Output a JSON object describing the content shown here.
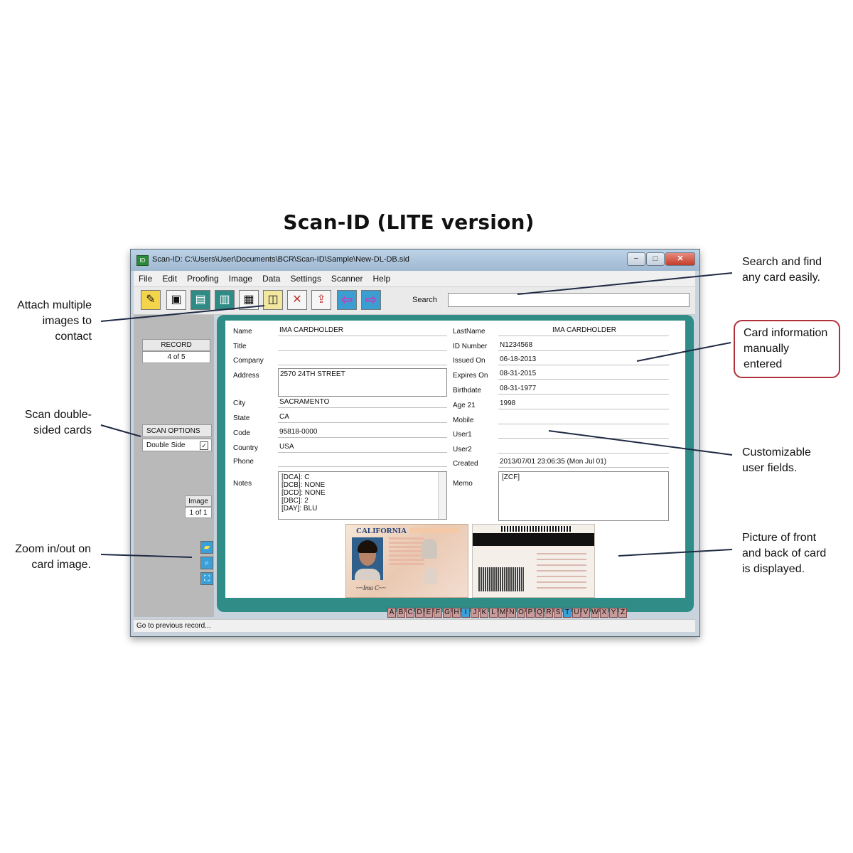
{
  "headline": "Scan-ID (LITE version)",
  "annotations": {
    "attach": "Attach multiple images to contact",
    "scan": "Scan double-sided cards",
    "zoom": "Zoom in/out on card image.",
    "search": "Search and find any card easily.",
    "card_info": "Card information manually entered",
    "custom": "Customizable user fields.",
    "picture": "Picture of front and back of card is displayed."
  },
  "window": {
    "title": "Scan-ID: C:\\Users\\User\\Documents\\BCR\\Scan-ID\\Sample\\New-DL-DB.sid",
    "icon": "app-icon",
    "buttons": {
      "minimize": "−",
      "maximize": "□",
      "close": "✕"
    }
  },
  "menu": [
    "File",
    "Edit",
    "Proofing",
    "Image",
    "Data",
    "Settings",
    "Scanner",
    "Help"
  ],
  "toolbar": {
    "search_label": "Search",
    "search_value": "",
    "icons": [
      "scan-card-icon",
      "new-record-icon",
      "add-image-icon",
      "attach-image-icon",
      "print-icon",
      "image-icon",
      "delete-icon",
      "export-icon",
      "prev-record-icon",
      "next-record-icon"
    ]
  },
  "left_panel": {
    "record_label": "RECORD",
    "record_count": "4  of  5",
    "scan_options_label": "SCAN OPTIONS",
    "double_side_label": "Double Side",
    "double_side_checked": true,
    "image_label": "Image",
    "image_count": "1 of 1"
  },
  "form": {
    "left": [
      {
        "label": "Name",
        "value": "IMA CARDHOLDER"
      },
      {
        "label": "Title",
        "value": ""
      },
      {
        "label": "Company",
        "value": ""
      },
      {
        "label": "Address",
        "value": "2570 24TH STREET"
      },
      {
        "label": "City",
        "value": "SACRAMENTO"
      },
      {
        "label": "State",
        "value": "CA"
      },
      {
        "label": "Code",
        "value": "95818-0000"
      },
      {
        "label": "Country",
        "value": "USA"
      },
      {
        "label": "Phone",
        "value": ""
      }
    ],
    "right": [
      {
        "label": "LastName",
        "value": "IMA CARDHOLDER"
      },
      {
        "label": "ID Number",
        "value": "N1234568"
      },
      {
        "label": "Issued On",
        "value": "06-18-2013"
      },
      {
        "label": "Expires On",
        "value": "08-31-2015"
      },
      {
        "label": "Birthdate",
        "value": "08-31-1977"
      },
      {
        "label": "Age 21",
        "value": "1998"
      },
      {
        "label": "Mobile",
        "value": ""
      },
      {
        "label": "User1",
        "value": ""
      },
      {
        "label": "User2",
        "value": ""
      },
      {
        "label": "Created",
        "value": "2013/07/01 23:06:35 (Mon Jul 01)"
      }
    ],
    "notes_label": "Notes",
    "notes_lines": [
      "[DCA]: C",
      "[DCB]: NONE",
      "[DCD]: NONE",
      "[DBC]: 2",
      "[DAY]: BLU"
    ],
    "memo_label": "Memo",
    "memo_value": "[ZCF]"
  },
  "id_card": {
    "state": "CALIFORNIA"
  },
  "alphabet": [
    "A",
    "B",
    "C",
    "D",
    "E",
    "F",
    "G",
    "H",
    "I",
    "J",
    "K",
    "L",
    "M",
    "N",
    "O",
    "P",
    "Q",
    "R",
    "S",
    "T",
    "U",
    "V",
    "W",
    "X",
    "Y",
    "Z"
  ],
  "alphabet_active": [
    "I",
    "T"
  ],
  "status": "Go to previous record..."
}
